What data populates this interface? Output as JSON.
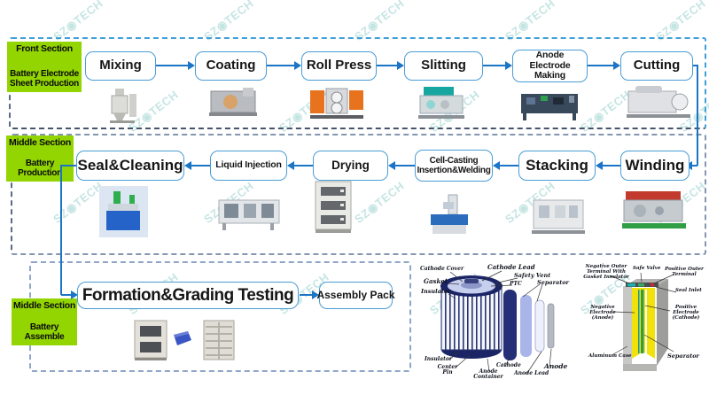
{
  "watermark": {
    "text": "SZ◉TECH"
  },
  "colors": {
    "accent_green": "#92d500",
    "box_border": "#4a9cd5",
    "arrow_blue": "#1b74c5"
  },
  "sections": {
    "front": {
      "title": "Front Section",
      "subtitle": "Battery Electrode Sheet Production",
      "steps": {
        "mixing": "Mixing",
        "coating": "Coating",
        "roll_press": "Roll Press",
        "slitting": "Slitting",
        "anode_electrode_making": "Anode Electrode Making",
        "cutting": "Cutting"
      }
    },
    "battery_production": {
      "title": "Middle Section",
      "subtitle": "Battery Production",
      "steps": {
        "winding": "Winding",
        "stacking": "Stacking",
        "cell_casting": "Cell-Casting Insertion&Welding",
        "drying": "Drying",
        "liquid_injection": "Liquid Injection",
        "seal_cleaning": "Seal&Cleaning"
      }
    },
    "battery_assemble": {
      "title": "Middle Section",
      "subtitle": "Battery Assemble",
      "steps": {
        "formation": "Formation&Grading Testing",
        "assembly_pack": "Assembly Pack"
      }
    }
  },
  "battery_cylindrical": {
    "labels": {
      "cathode_cover": "Cathode Cover",
      "gasket": "Gasket",
      "insulator_top": "Insulator",
      "cathode_lead": "Cathode Lead",
      "safety_vent": "Safety Vent",
      "ptc": "PTC",
      "separator": "Separator",
      "insulator_bottom": "Insulator",
      "center_pin": "Center Pin",
      "anode_container": "Anode Container",
      "cathode": "Cathode",
      "anode_lead": "Anode Lead",
      "anode": "Anode"
    }
  },
  "battery_prismatic": {
    "labels": {
      "negative_outer_terminal": "Negative Outer Terminal With Gasket Insulator",
      "safe_valve": "Safe Valve",
      "positive_outer_terminal": "Positive Outer Terminal",
      "seal_inlet": "Seal Inlet",
      "negative_electrode": "Negative Electrode (Anode)",
      "positive_electrode": "Positive Electrode (Cathode)",
      "aluminum_case": "Aluminum Case",
      "separator": "Separator"
    }
  }
}
